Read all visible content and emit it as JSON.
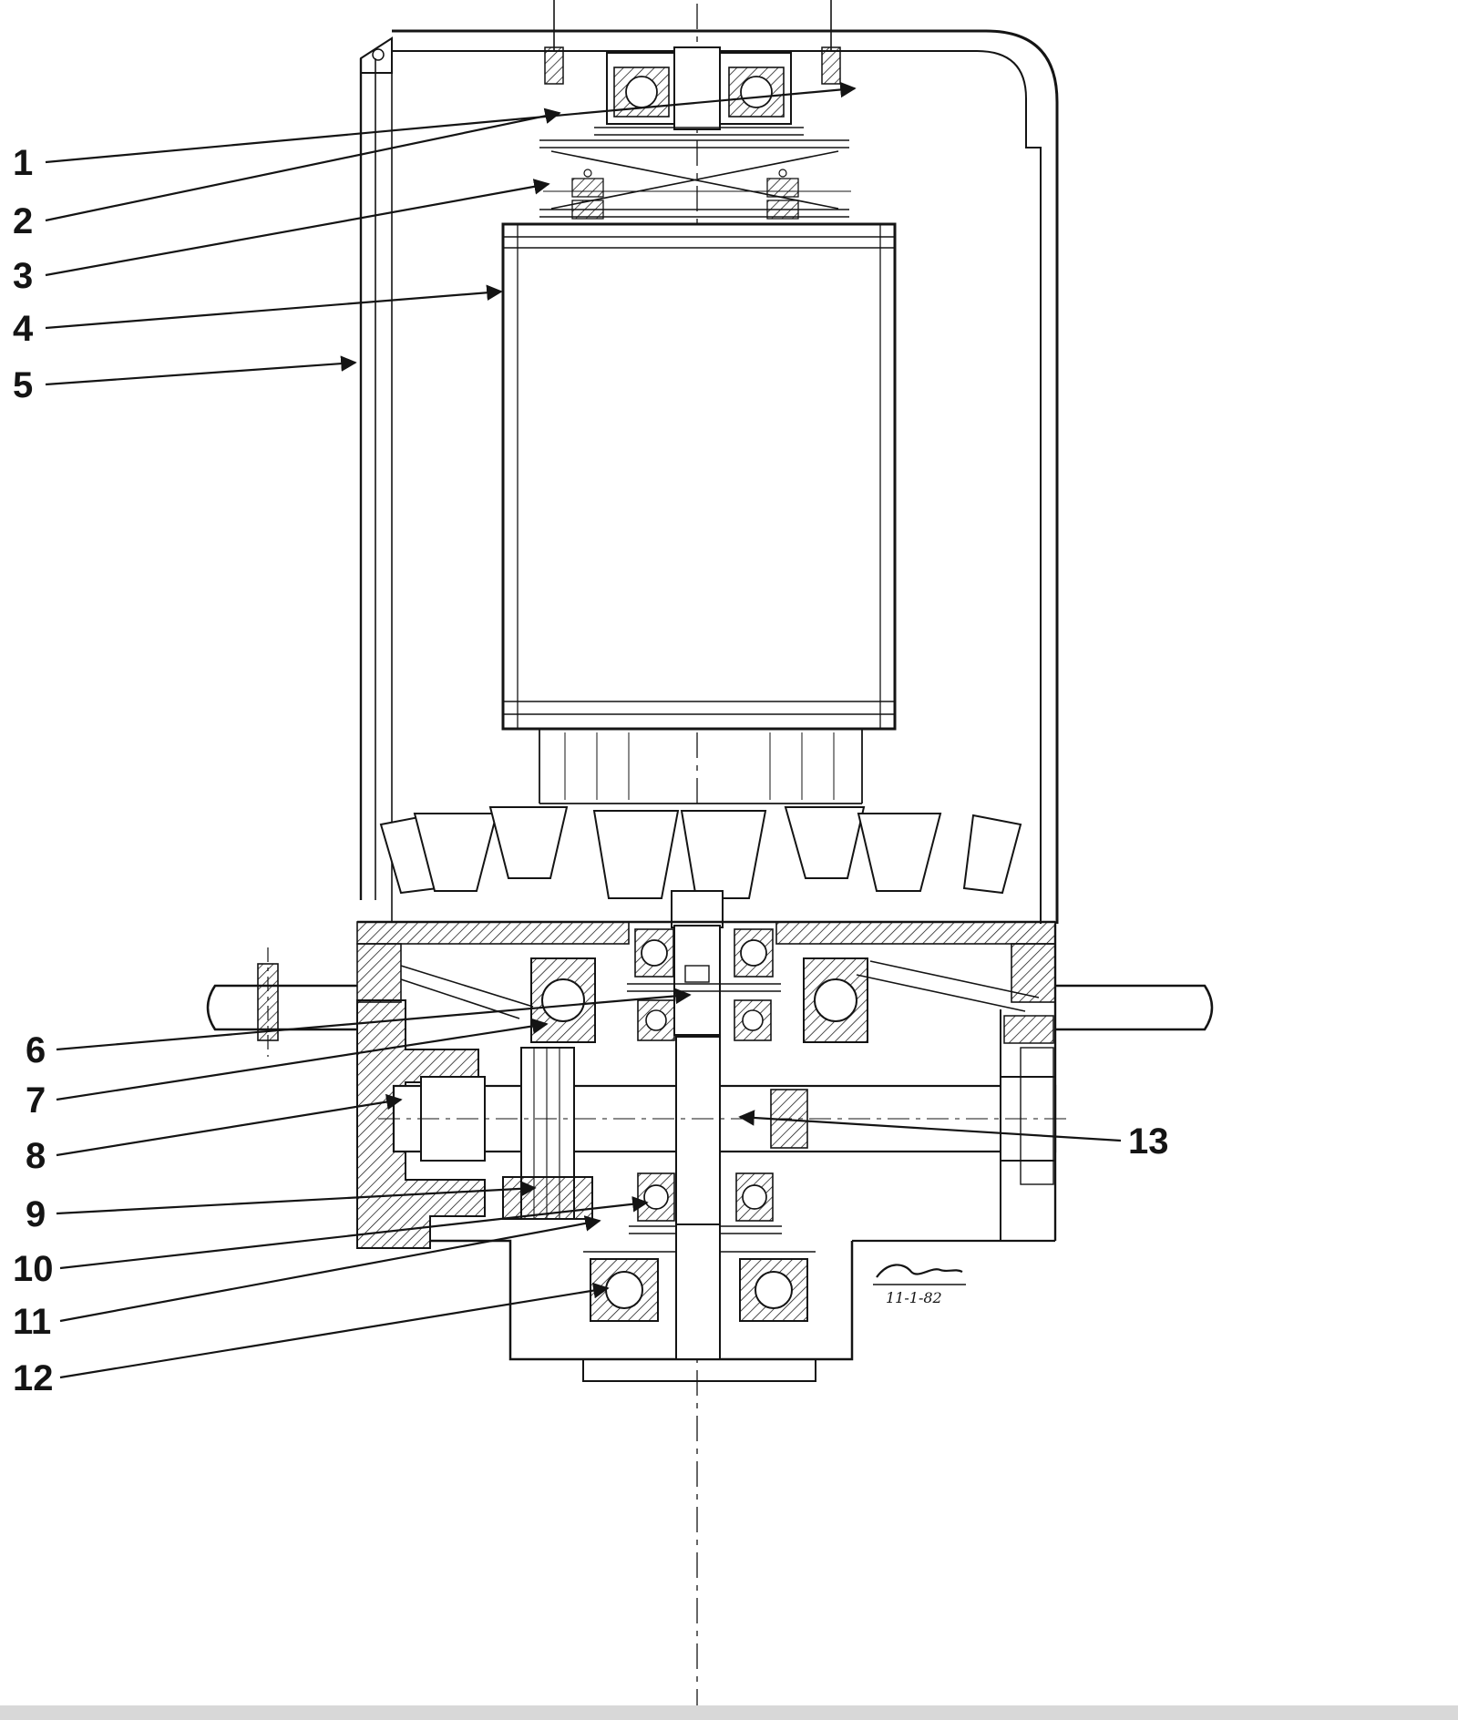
{
  "diagram": {
    "type": "technical-cross-section",
    "subject": "Electric motor and gear drive assembly, sectional view",
    "callouts": [
      {
        "label": "1"
      },
      {
        "label": "2"
      },
      {
        "label": "3"
      },
      {
        "label": "4"
      },
      {
        "label": "5"
      },
      {
        "label": "6"
      },
      {
        "label": "7"
      },
      {
        "label": "8"
      },
      {
        "label": "9"
      },
      {
        "label": "10"
      },
      {
        "label": "11"
      },
      {
        "label": "12"
      },
      {
        "label": "13"
      }
    ],
    "signature": {
      "date": "11-1-82"
    },
    "colors": {
      "ink": "#141414",
      "paper": "#ffffff"
    }
  }
}
